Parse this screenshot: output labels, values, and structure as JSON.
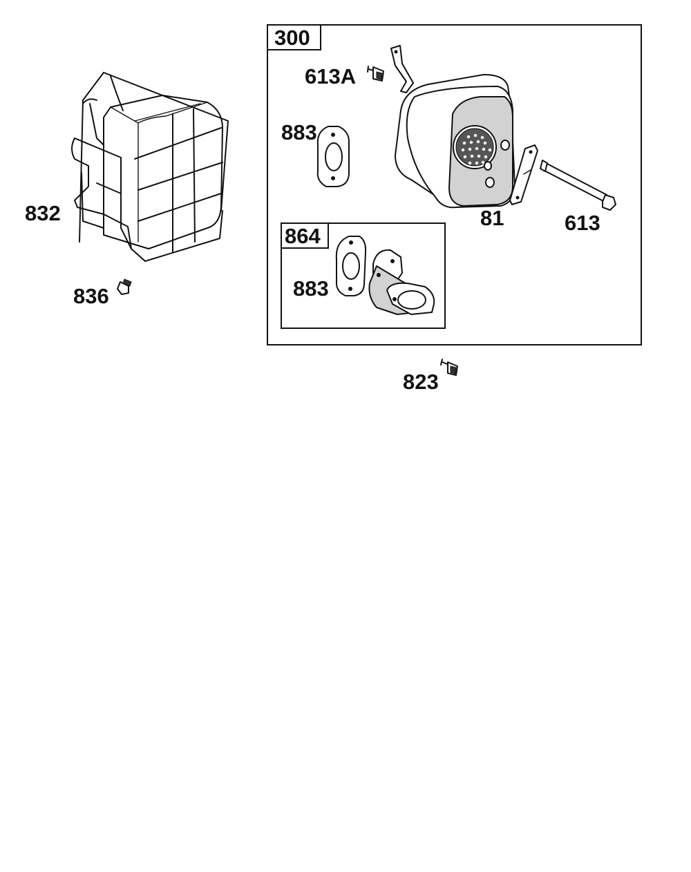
{
  "labels": {
    "kit_300": "300",
    "kit_864": "864",
    "p832": "832",
    "p836": "836",
    "p613a": "613A",
    "p883_top": "883",
    "p883_lower": "883",
    "p81": "81",
    "p613": "613",
    "p823": "823"
  },
  "colors": {
    "line": "#111111",
    "part_fill": "#d2d2d2",
    "background": "#ffffff"
  }
}
